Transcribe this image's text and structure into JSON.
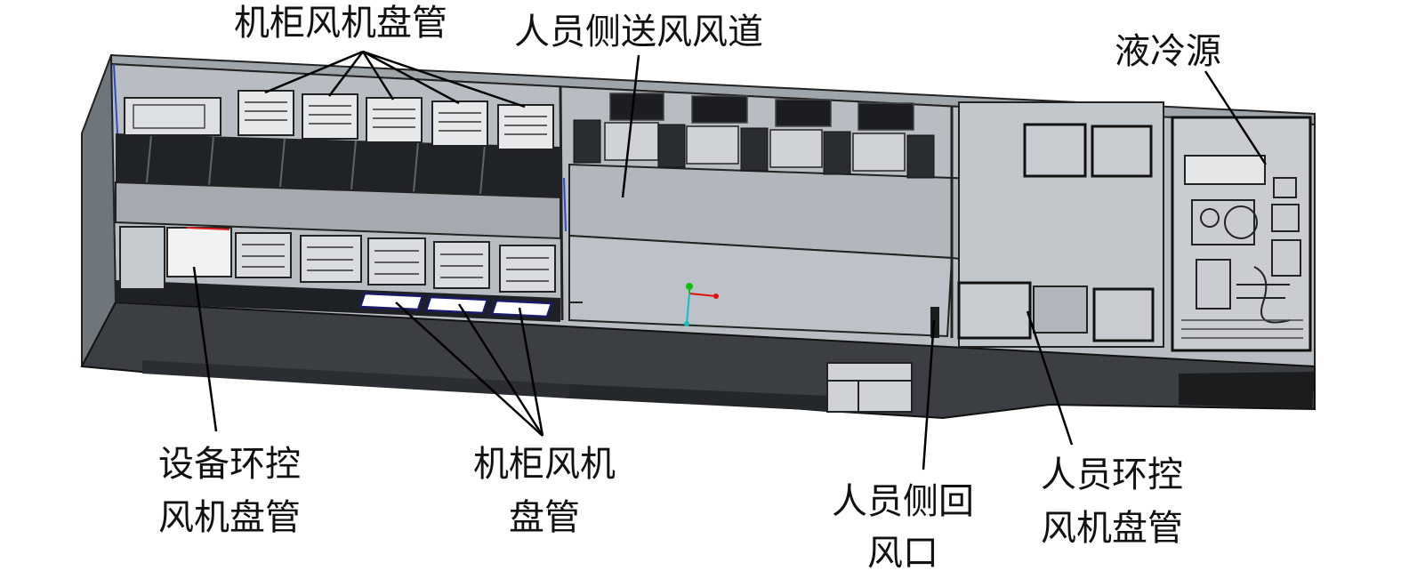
{
  "labels": {
    "top_cabinet_fan_coil": "机柜风机盘管",
    "personnel_supply_duct": "人员侧送风风道",
    "liquid_cooling_source": "液冷源",
    "equipment_env_control_line1": "设备环控",
    "equipment_env_control_line2": "风机盘管",
    "bottom_cabinet_fan_coil_line1": "机柜风机",
    "bottom_cabinet_fan_coil_line2": "盘管",
    "personnel_return_vent_line1": "人员侧回",
    "personnel_return_vent_line2": "风口",
    "personnel_env_control_line1": "人员环控",
    "personnel_env_control_line2": "风机盘管"
  },
  "colors": {
    "body_light": "#b8bec4",
    "body_mid": "#8c939a",
    "body_dark": "#3a3e43",
    "frame_dark": "#1e2124",
    "label_text": "#111111",
    "leader_line": "#000000",
    "axis_x": "#e01010",
    "axis_y": "#10c010",
    "axis_z": "#10c0c0"
  }
}
